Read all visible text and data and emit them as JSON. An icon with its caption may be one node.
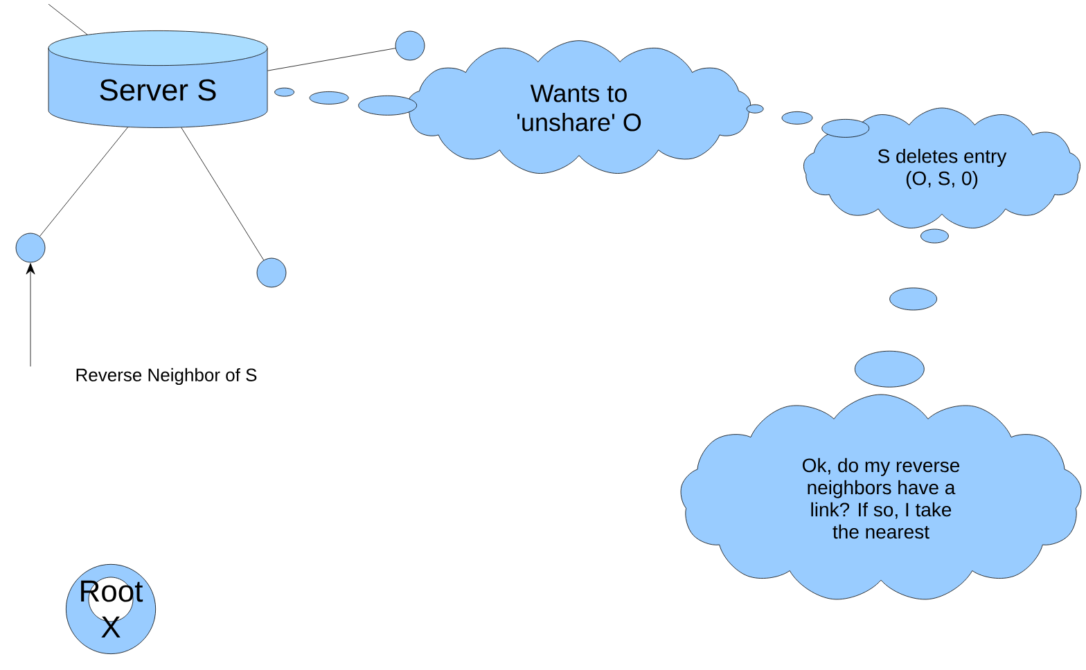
{
  "diagram": {
    "nodes": [
      {
        "text": [
          "Server S"
        ]
      },
      {
        "text": [],
        "shape": "circle"
      },
      {
        "text": [],
        "shape": "circle"
      },
      {
        "text": [],
        "shape": "circle"
      },
      {
        "text": [
          "Wants to 'unshare' O"
        ]
      },
      {
        "text": [
          "S deletes entry (O, S, 0)"
        ]
      },
      {
        "text": [
          "Ok, do my reverse neighbors have  a link? If so, I take the nearest"
        ]
      },
      {
        "text": [
          "Reverse Neighbor of S"
        ]
      },
      {
        "text": [
          "Root X"
        ]
      }
    ],
    "edges": [
      {
        "from": null,
        "to": 0,
        "arrow": "none"
      },
      {
        "from": 0,
        "to": 1,
        "arrow": "none"
      },
      {
        "from": 0,
        "to": 2,
        "arrow": "none"
      },
      {
        "from": 0,
        "to": 3,
        "arrow": "none"
      },
      {
        "from": 7,
        "to": 2,
        "arrow": "to"
      }
    ]
  }
}
